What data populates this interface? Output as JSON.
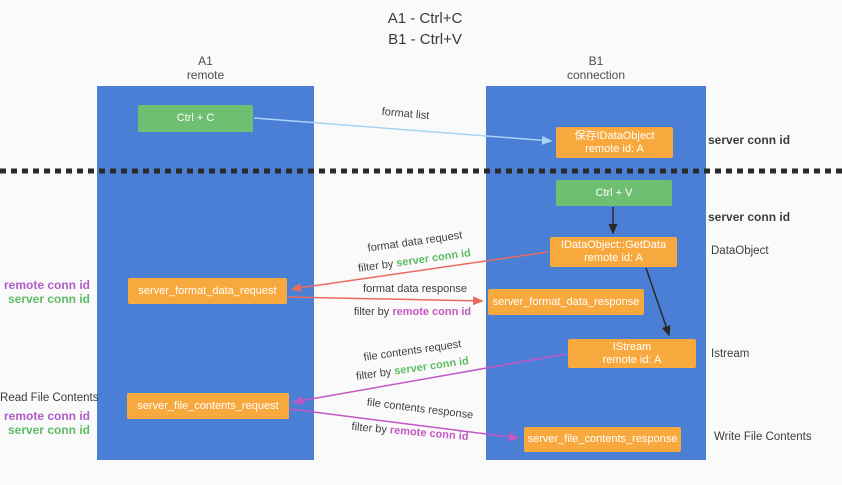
{
  "title": {
    "line1": "A1 - Ctrl+C",
    "line2": "B1 - Ctrl+V"
  },
  "columns": {
    "a": {
      "name": "A1",
      "subtitle": "remote"
    },
    "b": {
      "name": "B1",
      "subtitle": "connection"
    }
  },
  "nodes": {
    "ctrl_c": {
      "label": "Ctrl + C"
    },
    "save_idataobject": {
      "line1": "保存IDataObject",
      "line2": "remote id: A"
    },
    "ctrl_v": {
      "label": "Ctrl + V"
    },
    "getdata": {
      "line1": "IDataObject::GetData",
      "line2": "remote id: A"
    },
    "format_request": {
      "label": "server_format_data_request"
    },
    "format_response": {
      "label": "server_format_data_response"
    },
    "istream": {
      "line1": "IStream",
      "line2": "remote id: A"
    },
    "file_request": {
      "label": "server_file_contents_request"
    },
    "file_response": {
      "label": "server_file_contents_response"
    }
  },
  "flow_labels": {
    "format_list": "format list",
    "format_data_request": "format data request",
    "format_data_response": "format data response",
    "file_contents_request": "file contents request",
    "file_contents_response": "file contents response",
    "filter_by": "filter by",
    "server_conn_id": "server conn id",
    "remote_conn_id": "remote conn id"
  },
  "side_labels": {
    "server_conn_id_top": "server conn id",
    "server_conn_id_mid": "server conn id",
    "dataobject": "DataObject",
    "istream": "Istream",
    "write_file_contents": "Write File Contents",
    "read_file_contents": "Read File Contents",
    "remote_conn_id_1": "remote conn id",
    "server_conn_id_1": "server conn id",
    "remote_conn_id_2": "remote conn id",
    "server_conn_id_2": "server conn id"
  },
  "colors": {
    "column_blue": "#4a7fd5",
    "box_green": "#6fbf72",
    "box_orange": "#f8a93d",
    "green_text": "#5dbd64",
    "purple_text": "#b05cc6",
    "magenta_arrow": "#c457c4",
    "red_arrow": "#e96a60",
    "light_blue_arrow": "#a9d5f2",
    "black_arrow": "#2a2a2a"
  }
}
